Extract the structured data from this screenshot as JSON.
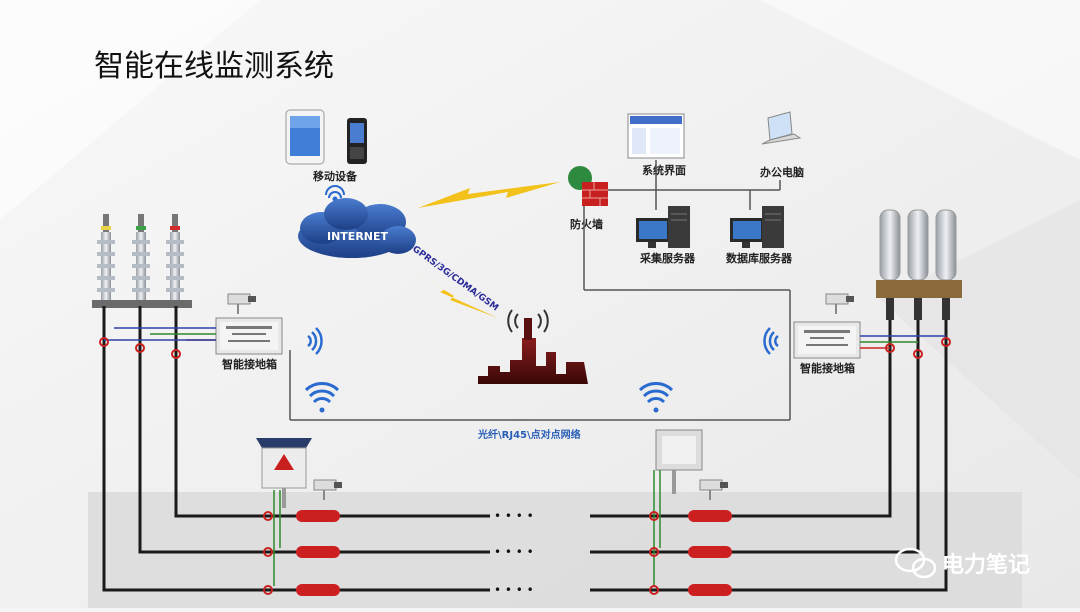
{
  "title": "智能在线监测系统",
  "labels": {
    "mobile_device": "移动设备",
    "internet": "INTERNET",
    "gprs": "GPRS/3G/CDMA/GSM",
    "firewall": "防火墙",
    "system_ui": "系统界面",
    "office_pc": "办公电脑",
    "collect_server": "采集服务器",
    "db_server": "数据库服务器",
    "grounding_box_left": "智能接地箱",
    "grounding_box_right": "智能接地箱",
    "network": "光纤\\RJ45\\点对点网络",
    "dots": "• • • •"
  },
  "watermark": "电力笔记",
  "colors": {
    "cable_black": "#1a1a1a",
    "cable_blue": "#2c3fa6",
    "cable_green": "#2c8a2c",
    "cable_red": "#cc2020",
    "accent_red": "#c8201e",
    "wifi_blue": "#2a6bd0",
    "bolt_yellow": "#f2c11a"
  }
}
